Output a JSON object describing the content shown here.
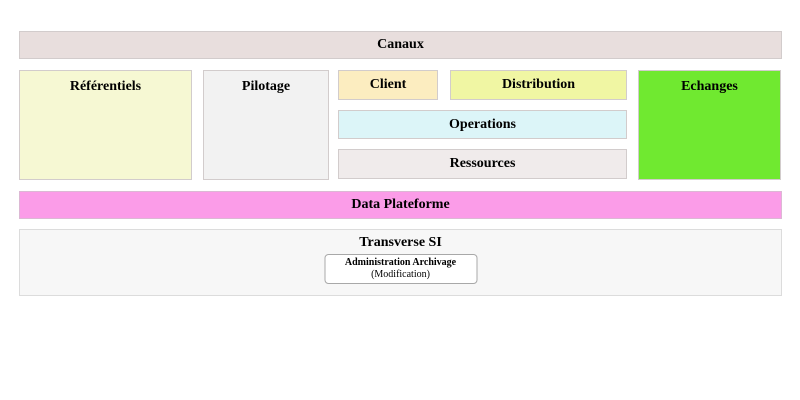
{
  "page": {
    "background": "#ffffff",
    "border_color": "#d2cccc"
  },
  "blocks": {
    "canaux": {
      "label": "Canaux",
      "bg": "#e8dedd"
    },
    "referentiels": {
      "label": "Référentiels",
      "bg": "#f6f8d3"
    },
    "pilotage": {
      "label": "Pilotage",
      "bg": "#f2f2f2"
    },
    "client": {
      "label": "Client",
      "bg": "#fcedc0"
    },
    "distribution": {
      "label": "Distribution",
      "bg": "#f0f6a3"
    },
    "operations": {
      "label": "Operations",
      "bg": "#dcf5f8"
    },
    "ressources": {
      "label": "Ressources",
      "bg": "#f0ebeb"
    },
    "echanges": {
      "label": "Echanges",
      "bg": "#70e930"
    },
    "data_plateforme": {
      "label": "Data Plateforme",
      "bg": "#fb9ce8"
    },
    "transverse_si": {
      "label": "Transverse SI",
      "bg": "#f7f7f7"
    },
    "admin_archivage": {
      "line1": "Administration Archivage",
      "line2": "(Modification)",
      "bg": "#ffffff"
    }
  }
}
